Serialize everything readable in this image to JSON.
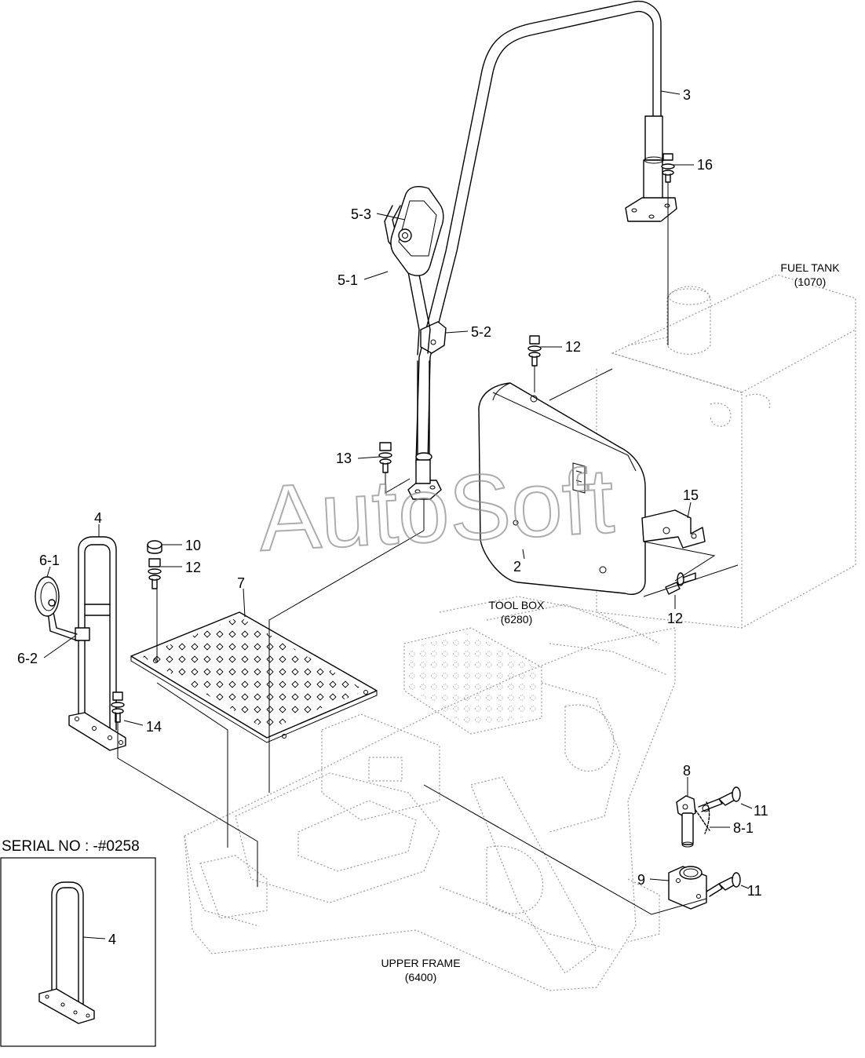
{
  "watermark": "AutoSoft",
  "reference_labels": {
    "fuel_tank": {
      "name": "FUEL TANK",
      "code": "(1070)"
    },
    "tool_box": {
      "name": "TOOL BOX",
      "code": "(6280)"
    },
    "upper_frame": {
      "name": "UPPER FRAME",
      "code": "(6400)"
    }
  },
  "inset": {
    "title": "SERIAL NO : -#0258",
    "callout": "4"
  },
  "callouts": {
    "c3": "3",
    "c16": "16",
    "c53": "5-3",
    "c51": "5-1",
    "c52": "5-2",
    "c12a": "12",
    "c13": "13",
    "c4": "4",
    "c10": "10",
    "c12b": "12",
    "c61": "6-1",
    "c62": "6-2",
    "c7": "7",
    "c2": "2",
    "c15": "15",
    "c12c": "12",
    "c14": "14",
    "c8": "8",
    "c11a": "11",
    "c81": "8-1",
    "c9": "9",
    "c11b": "11"
  }
}
